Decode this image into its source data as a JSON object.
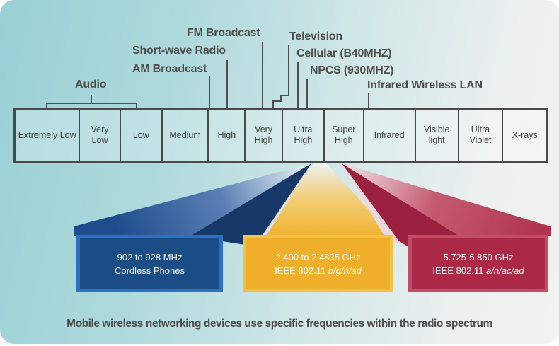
{
  "caption": "Mobile wireless networking devices use specific frequencies within the radio spectrum",
  "top_labels": {
    "audio": "Audio",
    "am_broadcast": "AM Broadcast",
    "shortwave_radio": "Short-wave Radio",
    "fm_broadcast": "FM Broadcast",
    "television": "Television",
    "cellular": "Cellular (B40MHZ)",
    "npcs": "NPCS (930MHZ)",
    "infrared_wlan": "Infrared Wireless LAN"
  },
  "bands": [
    "Extremely Low",
    "Very Low",
    "Low",
    "Medium",
    "High",
    "Very High",
    "Ultra High",
    "Super High",
    "Infrared",
    "Visible light",
    "Ultra Violet",
    "X-rays"
  ],
  "boxes": [
    {
      "line1": "902 to 928 MHz",
      "line2": "Cordless Phones",
      "line2_italic": ""
    },
    {
      "line1": "2.400 to 2.4835 GHz",
      "line2": "IEEE 802.11 ",
      "line2_italic": "b/g/n/ad"
    },
    {
      "line1": "5.725-5.850 GHz",
      "line2": "IEEE 802.11 ",
      "line2_italic": "a/n/ac/ad"
    }
  ],
  "colors": {
    "background_teal": "#99d0d5",
    "background_light": "#f2f3f1",
    "bar_border": "#4a4a4a",
    "label_text": "#4d4d4d",
    "blue_box": "#1a4d85",
    "blue_border": "#2b70c4",
    "yellow_box": "#efaf2b",
    "yellow_border": "#f3c14a",
    "red_box": "#ab2846",
    "red_border": "#c04e69"
  }
}
